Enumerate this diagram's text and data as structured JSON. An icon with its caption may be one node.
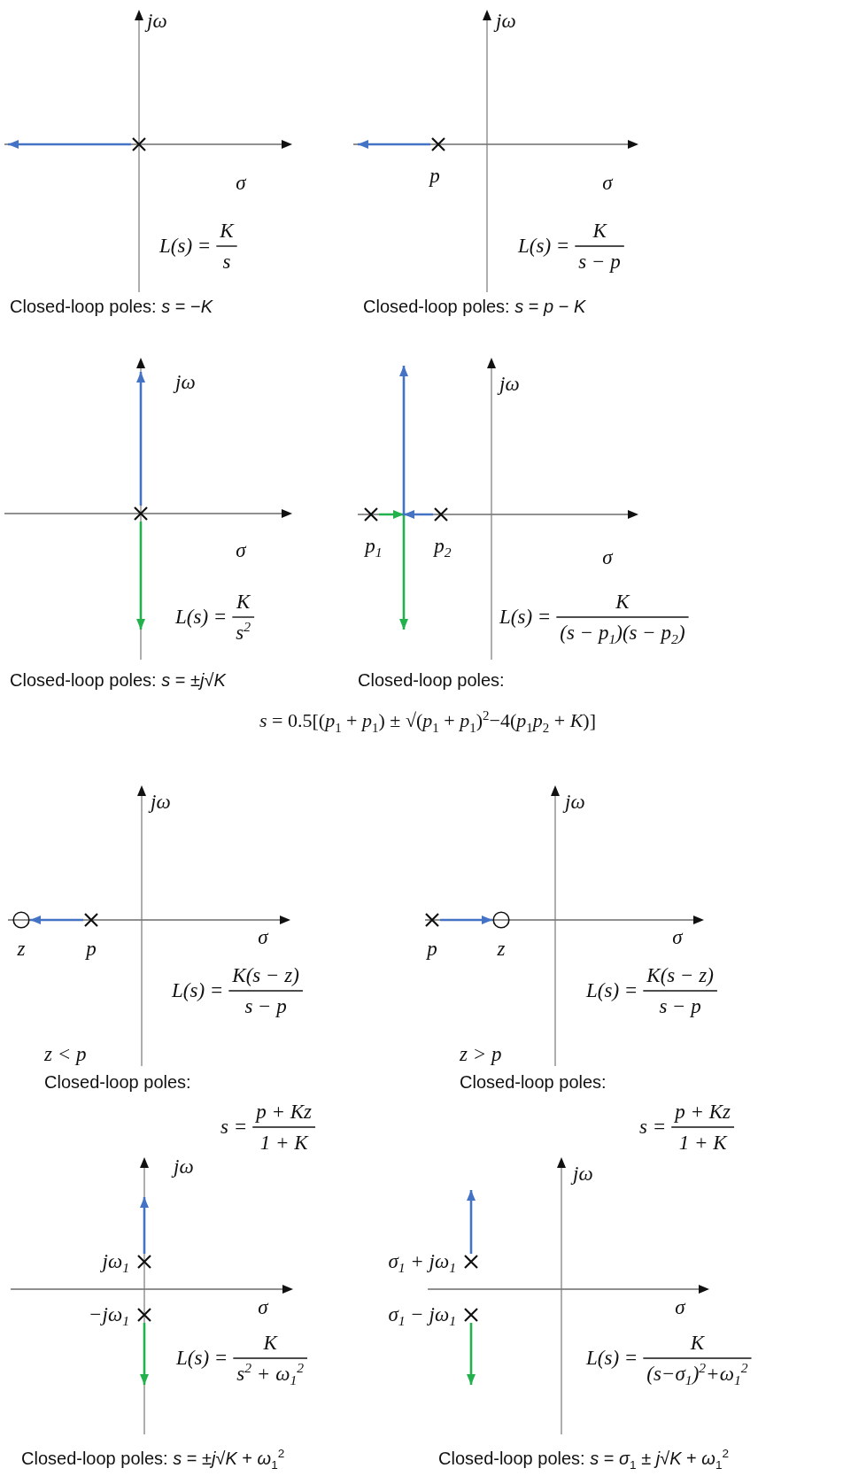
{
  "diagram": {
    "nodes": [
      {
        "text": [],
        "shape": "cross"
      },
      {
        "text": [],
        "shape": "cross",
        "beside": [
          "p"
        ]
      },
      {
        "text": [],
        "shape": "cross"
      },
      {
        "text": [],
        "shape": "cross",
        "beside": [
          "p$_{1}$"
        ]
      },
      {
        "text": [],
        "shape": "cross",
        "beside": [
          "p$_{2}$"
        ]
      },
      {
        "text": [],
        "shape": "circle",
        "beside": [
          "z"
        ]
      },
      {
        "text": [],
        "shape": "cross",
        "beside": [
          "p"
        ]
      },
      {
        "text": [],
        "shape": "cross",
        "beside": [
          "p"
        ]
      },
      {
        "text": [],
        "shape": "circle",
        "beside": [
          "z"
        ]
      },
      {
        "text": [],
        "shape": "cross",
        "beside": [
          "jω$_{1}$"
        ]
      },
      {
        "text": [],
        "shape": "cross",
        "beside": [
          "−jω$_{1}$"
        ]
      },
      {
        "text": [],
        "shape": "cross",
        "beside": [
          "σ$_{1}$ + jω$_{1}$"
        ]
      },
      {
        "text": [],
        "shape": "cross",
        "beside": [
          "σ$_{1}$ − jω$_{1}$"
        ]
      }
    ],
    "edges": [
      {
        "from": 0,
        "to": null,
        "arrow": "to"
      },
      {
        "from": 1,
        "to": null,
        "arrow": "to"
      },
      {
        "from": 2,
        "to": null,
        "arrow": "to"
      },
      {
        "from": 2,
        "to": null,
        "arrow": "to",
        "color": "#22b14c"
      },
      {
        "from": 3,
        "to": null,
        "arrow": "to",
        "color": "#22b14c"
      },
      {
        "from": 4,
        "to": null,
        "arrow": "to"
      },
      {
        "from": 6,
        "to": 5,
        "arrow": "to"
      },
      {
        "from": 7,
        "to": 8,
        "arrow": "to"
      },
      {
        "from": 9,
        "to": null,
        "arrow": "to"
      },
      {
        "from": 10,
        "to": null,
        "arrow": "to",
        "color": "#22b14c"
      },
      {
        "from": 11,
        "to": null,
        "arrow": "to"
      },
      {
        "from": 12,
        "to": null,
        "arrow": "to",
        "color": "#22b14c"
      }
    ],
    "labels": [
      "jω",
      "σ",
      "L(s) =",
      "K",
      "s",
      "Closed-loop poles: *s* = −*K*",
      "jω",
      "σ",
      "L(s) =",
      "K",
      "s − p",
      "Closed-loop poles: *s* = *p* − *K*",
      "jω",
      "σ",
      "L(s) =",
      "K",
      "s$^{2}$",
      "Closed-loop poles: *s* = ±*j*√*K*",
      "jω",
      "σ",
      "L(s) =",
      "K",
      "(s − p$_{1}$)(s − p$_{2}$)",
      "Closed-loop poles:",
      "*s* = 0.5[(*p*$_{1}$ + *p*$_{1}$) ± √(*p*$_{1}$ + *p*$_{1}$)$^{2}$−4(*p*$_{1}$*p*$_{2}$ + *K*)]",
      "jω",
      "σ",
      "L(s) =",
      "K(s − z)",
      "s − p",
      "z < p",
      "Closed-loop poles:",
      "s =",
      "p + Kz",
      "1 + K",
      "jω",
      "σ",
      "L(s) =",
      "K(s − z)",
      "s − p",
      "z > p",
      "Closed-loop poles:",
      "s =",
      "p + Kz",
      "1 + K",
      "jω",
      "σ",
      "L(s) =",
      "K",
      "s$^{2}$ + ω$_{1}$$^{2}$",
      "Closed-loop poles: *s* = ±*j*√*K* + *ω*$_{1}$$^{2}$",
      "jω",
      "σ",
      "L(s) =",
      "K",
      "(s−σ$_{1}$)$^{2}$+ω$_{1}$$^{2}$",
      "Closed-loop poles: *s* = *σ*$_{1}$ ± *j*√*K* + *ω*$_{1}$$^{2}$"
    ]
  }
}
